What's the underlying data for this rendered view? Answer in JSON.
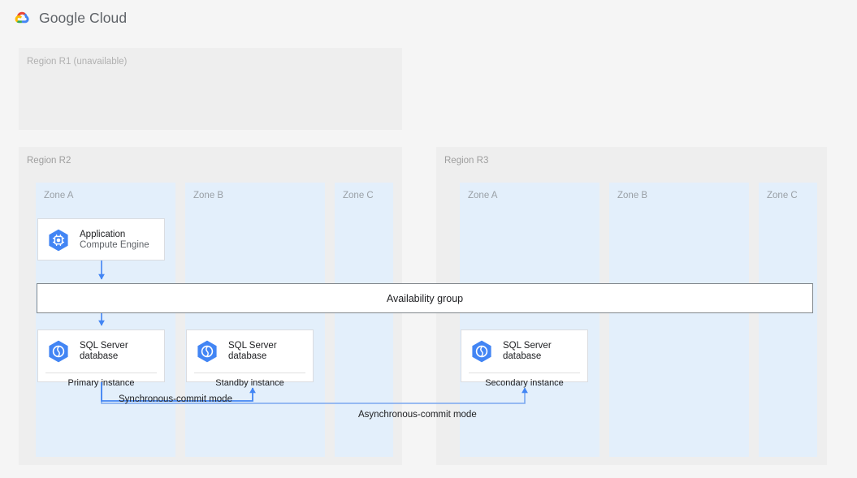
{
  "header": {
    "product": "Google Cloud",
    "logo_icon": "google-cloud-logo-icon",
    "logo_colors": {
      "red": "#ea4335",
      "yellow": "#fbbc04",
      "green": "#34a853",
      "blue": "#4285f4"
    }
  },
  "colors": {
    "page_background": "#f5f5f5",
    "region_background": "#eeeeee",
    "zone_background": "#e3effb",
    "card_background": "#ffffff",
    "card_border": "#dadce0",
    "availability_border": "#80868b",
    "connector_blue": "#4285f4",
    "connector_light_blue": "#7aa7f0",
    "icon_blue": "#4285f4",
    "label_grey": "#9aa0a6",
    "text_dark": "#202124"
  },
  "regions": [
    {
      "id": "r1",
      "label": "Region R1 (unavailable)",
      "available": false,
      "zones": []
    },
    {
      "id": "r2",
      "label": "Region R2",
      "available": true,
      "zones": [
        {
          "id": "r2-a",
          "label": "Zone A"
        },
        {
          "id": "r2-b",
          "label": "Zone B"
        },
        {
          "id": "r2-c",
          "label": "Zone C"
        }
      ]
    },
    {
      "id": "r3",
      "label": "Region R3",
      "available": true,
      "zones": [
        {
          "id": "r3-a",
          "label": "Zone A"
        },
        {
          "id": "r3-b",
          "label": "Zone B"
        },
        {
          "id": "r3-c",
          "label": "Zone C"
        }
      ]
    }
  ],
  "cards": {
    "application": {
      "title": "Application",
      "subtitle": "Compute Engine",
      "icon": "compute-engine-icon",
      "footer": null
    },
    "primary": {
      "title_line1": "SQL Server",
      "title_line2": "database",
      "icon": "sql-server-database-icon",
      "footer": "Primary instance"
    },
    "standby": {
      "title_line1": "SQL Server",
      "title_line2": "database",
      "icon": "sql-server-database-icon",
      "footer": "Standby instance"
    },
    "secondary": {
      "title_line1": "SQL Server",
      "title_line2": "database",
      "icon": "sql-server-database-icon",
      "footer": "Secondary instance"
    }
  },
  "availability_group": {
    "label": "Availability group"
  },
  "connectors": {
    "synchronous": {
      "label": "Synchronous-commit mode",
      "from": "Primary instance",
      "to": "Standby instance"
    },
    "asynchronous": {
      "label": "Asynchronous-commit mode",
      "from": "Primary instance",
      "to": "Secondary instance"
    }
  }
}
